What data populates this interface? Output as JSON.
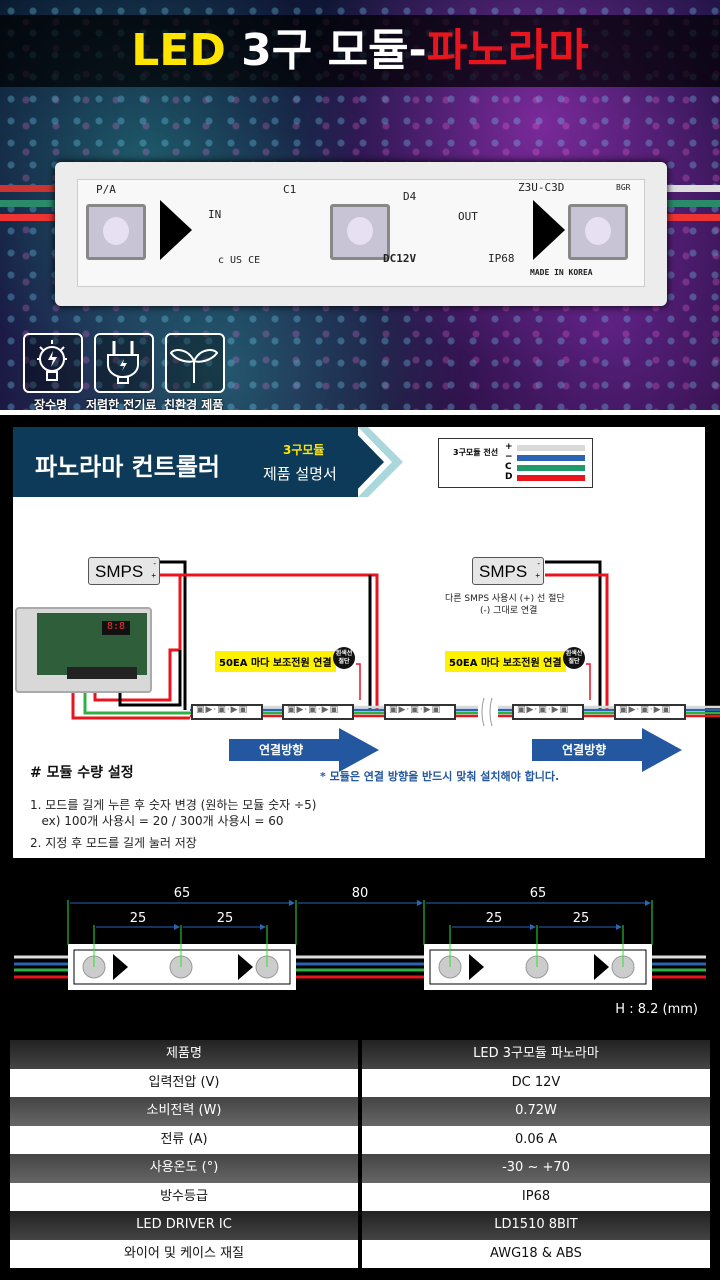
{
  "hero": {
    "title_part1": "LED",
    "title_part2": " 3구 모듈-",
    "title_part3": "파노라마",
    "module": {
      "pa": "P/A",
      "model": "Z3U-C3D",
      "bgr": "BGR",
      "c1": "C1",
      "d4": "D4",
      "in": "IN",
      "out": "OUT",
      "voltage": "DC12V",
      "ip": "IP68",
      "made": "MADE IN KOREA",
      "cert": "c US CE"
    },
    "features": [
      {
        "icon": "lightbulb-icon",
        "label": "장수명"
      },
      {
        "icon": "plug-icon",
        "label": "저렴한 전기료"
      },
      {
        "icon": "sprout-icon",
        "label": "친환경 제품"
      }
    ]
  },
  "manual": {
    "title": "파노라마 컨트롤러",
    "subtitle_accent": "3구모듈",
    "subtitle": "제품 설명서",
    "legend": {
      "title": "3구모듈 전선",
      "wires": [
        {
          "symbol": "+",
          "color": "#d9d9d9"
        },
        {
          "symbol": "−",
          "color": "#2c64b4"
        },
        {
          "symbol": "C",
          "color": "#1f9a6a"
        },
        {
          "symbol": "D",
          "color": "#e8141e"
        }
      ]
    },
    "smps_label": "SMPS",
    "smps_minus": "-",
    "smps_plus": "+",
    "smps_note_1": "다른 SMPS 사용시  (+) 선 절단",
    "smps_note_2": "(-) 그대로 연결",
    "aux_power_label": "50EA 마다 보조전원 연결",
    "cut_label_1": "흰색선",
    "cut_label_2": "절단",
    "direction_label": "연결방향",
    "direction_note": "* 모듈은 연결 방향을 반드시 맞춰 설치해야 합니다.",
    "setting_title": "# 모듈 수량 설정",
    "steps": [
      "1. 모드를 길게 누른 후 숫자 변경 (원하는 모듈 숫자 ÷5)",
      "   ex) 100개 사용시 = 20 / 300개 사용시 = 60",
      "2. 지정 후 모드를 길게 눌러 저장"
    ]
  },
  "dimensions": {
    "module_length": "65",
    "gap": "80",
    "led_pitch": "25",
    "height_note": "H : 8.2 (mm)"
  },
  "specs": {
    "rows": [
      {
        "label": "제품명",
        "value": "LED 3구모듈 파노라마",
        "style": "dark"
      },
      {
        "label": "입력전압 (V)",
        "value": "DC 12V",
        "style": "light"
      },
      {
        "label": "소비전력 (W)",
        "value": "0.72W",
        "style": "mid"
      },
      {
        "label": "전류 (A)",
        "value": "0.06 A",
        "style": "light"
      },
      {
        "label": "사용온도 (°)",
        "value": "-30 ~ +70",
        "style": "mid"
      },
      {
        "label": "방수등급",
        "value": "IP68",
        "style": "light"
      },
      {
        "label": "LED DRIVER IC",
        "value": "LD1510 8BIT",
        "style": "dark"
      },
      {
        "label": "와이어 및 케이스 재질",
        "value": "AWG18 & ABS",
        "style": "light"
      }
    ]
  }
}
